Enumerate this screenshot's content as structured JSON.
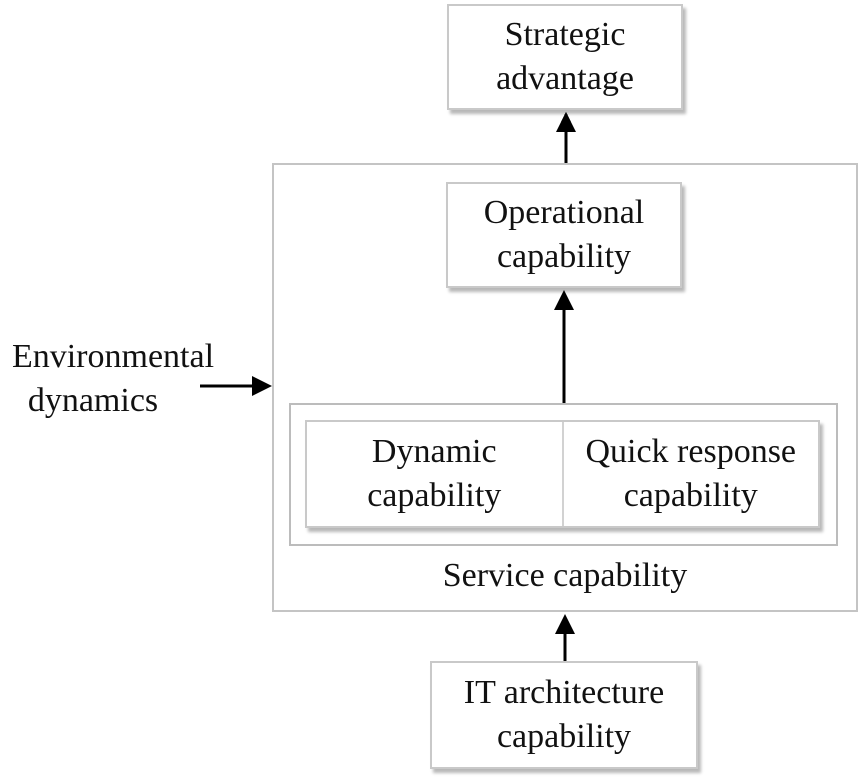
{
  "nodes": {
    "strategic_advantage": {
      "line1": "Strategic",
      "line2": "advantage"
    },
    "operational_capability": {
      "line1": "Operational",
      "line2": "capability"
    },
    "dynamic_capability": {
      "line1": "Dynamic",
      "line2": "capability"
    },
    "quick_response_capability": {
      "line1": "Quick response",
      "line2": "capability"
    },
    "it_architecture_capability": {
      "line1": "IT architecture",
      "line2": "capability"
    }
  },
  "service_capability_label": "Service capability",
  "environmental_dynamics": {
    "line1": "Environmental",
    "line2": "dynamics"
  },
  "colors": {
    "box_border": "#c9c9c9",
    "arrow": "#000000",
    "text": "#111111"
  }
}
